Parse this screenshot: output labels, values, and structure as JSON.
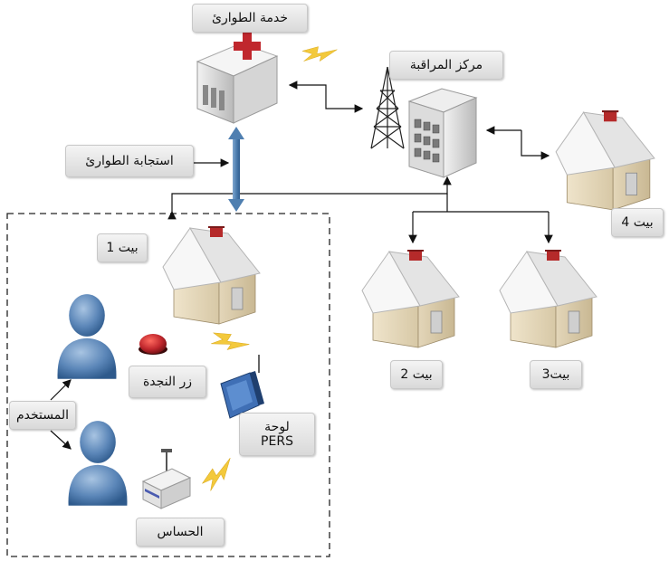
{
  "labels": {
    "emergency_service": "خدمة الطوارئ",
    "monitoring_center": "مركز المراقبة",
    "emergency_response": "استجابة الطوارئ",
    "house_1": "بيت 1",
    "house_2": "بيت 2",
    "house_3": "بيت3",
    "house_4": "بيت 4",
    "panic_button": "زر النجدة",
    "pers_panel": "لوحة\nPERS",
    "user": "المستخدم",
    "sensor": "الحساس"
  },
  "colors": {
    "cross_red": "#c0272d",
    "house_wall": "#e9dcc0",
    "roof": "#f4f4f4",
    "person_blue": "#5b86b8",
    "panel_blue": "#3f6fb5",
    "arrow_blue": "#4f7fb0",
    "lightning": "#f3c93c"
  },
  "icons": {
    "hospital": "hospital-building-icon",
    "tower": "radio-tower-icon",
    "building": "office-building-icon",
    "house": "house-icon",
    "person": "person-icon",
    "button": "red-alarm-button-icon",
    "panel": "pers-panel-device-icon",
    "sensor": "sensor-box-icon",
    "signal": "lightning-signal-icon"
  }
}
